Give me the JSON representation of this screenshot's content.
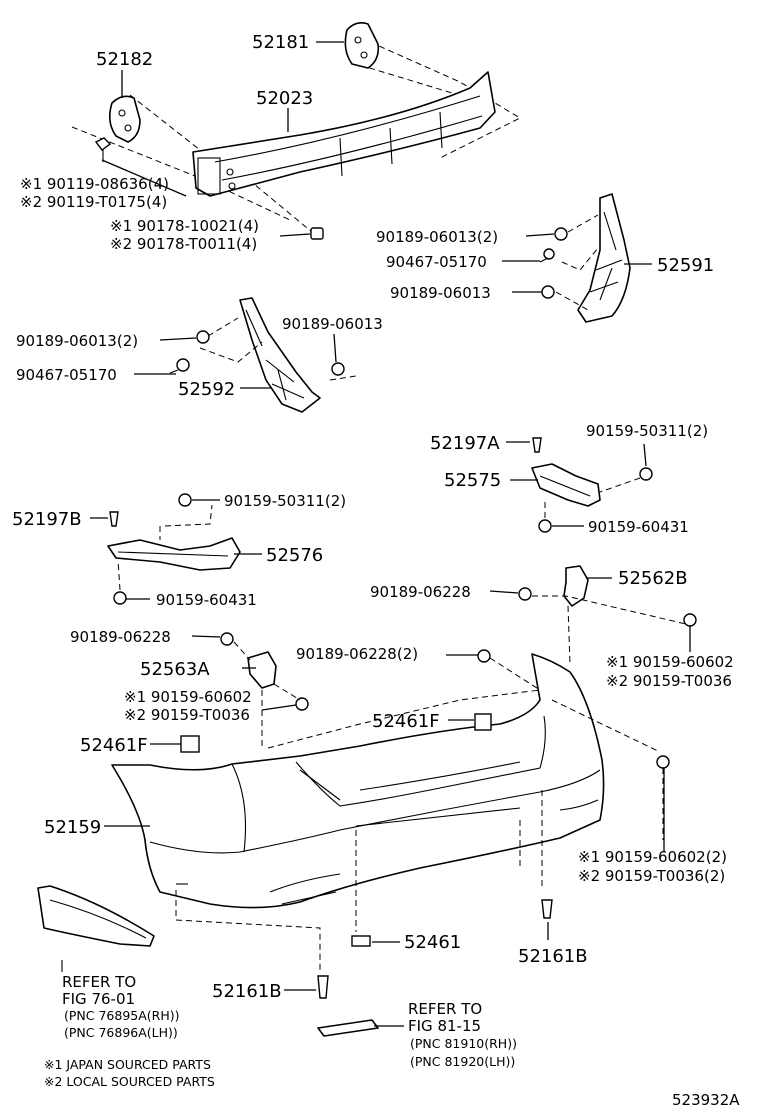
{
  "labels": {
    "p52181": "52181",
    "p52182": "52182",
    "p52023": "52023",
    "bolt1_a": "※1 90119-08636(4)",
    "bolt1_b": "※2 90119-T0175(4)",
    "nut1_a": "※1 90178-10021(4)",
    "nut1_b": "※2 90178-T0011(4)",
    "r_clip1": "90189-06013(2)",
    "r_screw": "90467-05170",
    "r_clip2": "90189-06013",
    "p52591": "52591",
    "l_clip1": "90189-06013(2)",
    "l_clip2": "90189-06013",
    "l_screw": "90467-05170",
    "p52592": "52592",
    "p52197A": "52197A",
    "r_bolt_a": "90159-50311(2)",
    "p52575": "52575",
    "r_bolt_b": "90159-60431",
    "p52197B": "52197B",
    "l_bolt_a": "90159-50311(2)",
    "p52576": "52576",
    "l_bolt_b": "90159-60431",
    "r_clip3": "90189-06228",
    "p52562B": "52562B",
    "r_bolt_c1": "※1 90159-60602",
    "r_bolt_c2": "※2 90159-T0036",
    "l_clip3": "90189-06228",
    "p52563A": "52563A",
    "c_clip": "90189-06228(2)",
    "l_bolt_c1": "※1 90159-60602",
    "l_bolt_c2": "※2 90159-T0036",
    "p52461F_a": "52461F",
    "p52461F_b": "52461F",
    "p52159": "52159",
    "r_bolt_d1": "※1 90159-60602(2)",
    "r_bolt_d2": "※2 90159-T0036(2)",
    "p52461": "52461",
    "p52161B_a": "52161B",
    "p52161B_b": "52161B",
    "ref1_a": "REFER TO",
    "ref1_b": "FIG 76-01",
    "ref1_c": "(PNC 76895A(RH))",
    "ref1_d": "(PNC 76896A(LH))",
    "ref2_a": "REFER TO",
    "ref2_b": "FIG 81-15",
    "ref2_c": "(PNC 81910(RH))",
    "ref2_d": "(PNC 81920(LH))",
    "note1": "※1 JAPAN SOURCED PARTS",
    "note2": "※2 LOCAL SOURCED PARTS",
    "diagram_id": "523932A"
  }
}
